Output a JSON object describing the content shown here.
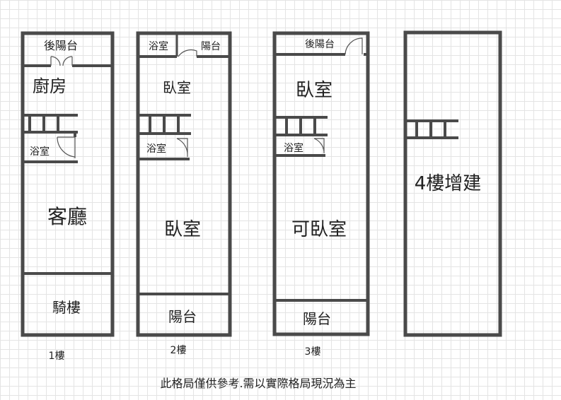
{
  "floors": [
    {
      "caption": "1樓",
      "rooms": {
        "rear_balcony": "後陽台",
        "kitchen": "廚房",
        "bathroom": "浴室",
        "living_room": "客廳",
        "arcade": "騎樓"
      }
    },
    {
      "caption": "2樓",
      "rooms": {
        "bathroom_top": "浴室",
        "balcony_top": "陽台",
        "bedroom_top": "臥室",
        "bathroom": "浴室",
        "bedroom_main": "臥室",
        "balcony_front": "陽台"
      }
    },
    {
      "caption": "3樓",
      "rooms": {
        "rear_balcony": "後陽台",
        "bedroom_top": "臥室",
        "bathroom": "浴室",
        "possible_bedroom": "可臥室",
        "balcony_front": "陽台"
      }
    },
    {
      "caption": "",
      "rooms": {
        "addition": "4樓增建"
      }
    }
  ],
  "disclaimer": "此格局僅供參考.需以實際格局現況為主",
  "colors": {
    "wall": "#4a4a4a",
    "grid": "#e4e4e4",
    "text": "#222222"
  }
}
